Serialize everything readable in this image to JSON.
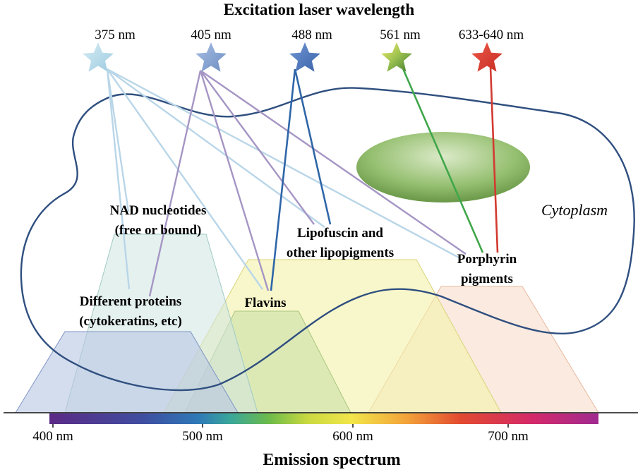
{
  "title": "Excitation laser wavelength",
  "axis_label": "Emission spectrum",
  "lasers": [
    {
      "label": "375 nm",
      "color": "#a9d3e6"
    },
    {
      "label": "405 nm",
      "color": "#7f9ccc"
    },
    {
      "label": "488 nm",
      "color": "#4a74b8"
    },
    {
      "label": "561 nm",
      "color": "#6fa23a"
    },
    {
      "label": "633-640 nm",
      "color": "#d23a30"
    }
  ],
  "axis_ticks": [
    "400 nm",
    "500 nm",
    "600 nm",
    "700 nm"
  ],
  "fluorophores": {
    "nad": [
      "NAD nucleotides",
      "(free or bound)"
    ],
    "proteins": [
      "Different proteins",
      "(cytokeratins,  etc)"
    ],
    "flavins": "Flavins",
    "lipofuscin": [
      "Lipofuscin  and",
      "other lipopigments"
    ],
    "porphyrin": [
      "Porphyrin",
      "pigments"
    ]
  },
  "cytoplasm_label": "Cytoplasm",
  "colors": {
    "proteins_fill": "#b7c6e2",
    "nad_fill": "#cfe5e2",
    "lipofuscin_fill": "#f4f1a8",
    "flavins_fill": "#cbe0a6",
    "porphyrin_fill": "#f9dfcf",
    "cell_outline": "#2f4f7f",
    "nucleus": "#7da95a",
    "line_375": "#b9d6e8",
    "line_405": "#a595c4",
    "line_488": "#2f66a8",
    "line_561": "#3fa64a",
    "line_633": "#d23a30"
  }
}
